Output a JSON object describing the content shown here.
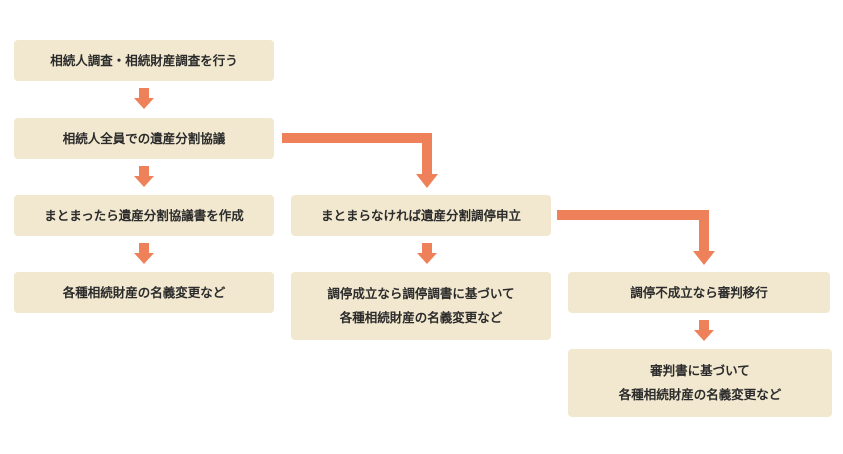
{
  "colors": {
    "box_fill": "#f2e8cf",
    "arrow": "#ee8159",
    "text": "#2b2b2b"
  },
  "steps": {
    "investigation": "相続人調査・相続財産調査を行う",
    "division_discussion": "相続人全員での遺産分割協議",
    "agreement_created": "まとまったら遺産分割協議書を作成",
    "transfer_after_agreement": "各種相続財産の名義変更など",
    "mediation_petition": "まとまらなければ遺産分割調停申立",
    "mediation_success_line1": "調停成立なら調停調書に基づいて",
    "mediation_success_line2": "各種相続財産の名義変更など",
    "adjudication": "調停不成立なら審判移行",
    "adjudication_result_line1": "審判書に基づいて",
    "adjudication_result_line2": "各種相続財産の名義変更など"
  }
}
